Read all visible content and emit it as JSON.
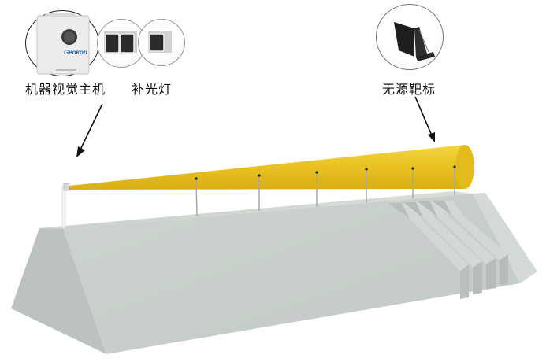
{
  "diagram": {
    "title": "",
    "components": [
      {
        "id": "host",
        "label": "机器视觉主机",
        "icon": "machine-vision-host-icon",
        "brand": "Geokon"
      },
      {
        "id": "lights",
        "label": "补光灯",
        "icon": "fill-light-icon"
      },
      {
        "id": "target",
        "label": "无源靶标",
        "icon": "passive-target-icon"
      }
    ],
    "scene": {
      "structure": "dam-embankment",
      "beam": "yellow-cone-field-of-view",
      "target_poles": 6,
      "spillway_steps": 4
    },
    "colors": {
      "beam": "#e8c020",
      "beam_highlight": "#f6da4a",
      "concrete": "#c9d0cb",
      "concrete_dark": "#b3bab5",
      "arrow": "#111111"
    }
  }
}
